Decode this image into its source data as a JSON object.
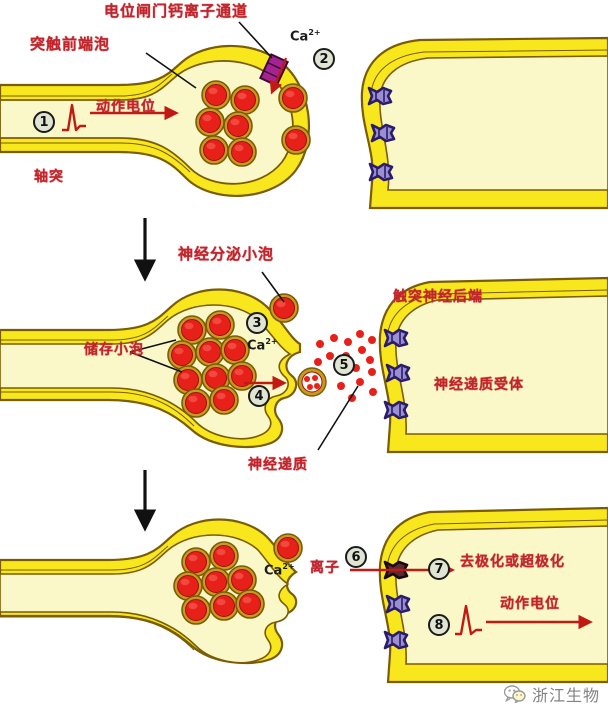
{
  "figure": {
    "title_alt": "Synaptic transmission diagram",
    "background_color": "#ffffff",
    "colors": {
      "membrane_fill": "#f8e71c",
      "cytoplasm_fill": "#faf3b4",
      "membrane_outline": "#7a5c05",
      "vesicle_fill": "#e8201a",
      "vesicle_rim": "#c89a22",
      "receptor_fill": "#9a8fd0",
      "receptor_outline": "#2b1b6b",
      "channel_fill": "#a3248f",
      "label_red": "#c0252c",
      "arrow_red": "#c21a13",
      "step_circle_fill": "#dfe5d2",
      "ion_black": "#1c1c1c"
    }
  },
  "panels": [
    {
      "id": "panel-top",
      "labels": [
        {
          "id": "calcium-channel",
          "text": "电位闸门钙离子通道"
        },
        {
          "id": "presynaptic-bouton",
          "text": "突触前端泡"
        },
        {
          "id": "action-potential",
          "text": "动作电位"
        },
        {
          "id": "axon",
          "text": "轴突"
        }
      ],
      "ions": [
        {
          "id": "calcium-ion",
          "text": "Ca",
          "charge": "2+"
        }
      ],
      "steps": [
        {
          "id": "step-1",
          "number": "1"
        },
        {
          "id": "step-2",
          "number": "2"
        }
      ]
    },
    {
      "id": "panel-middle",
      "labels": [
        {
          "id": "secretory-vesicle",
          "text": "神经分泌小泡"
        },
        {
          "id": "storage-vesicle",
          "text": "储存小泡"
        },
        {
          "id": "postsynaptic-terminal",
          "text": "触突神经后端"
        },
        {
          "id": "neurotransmitter-receptor",
          "text": "神经递质受体"
        },
        {
          "id": "neurotransmitter",
          "text": "神经递质"
        }
      ],
      "ions": [
        {
          "id": "calcium-ion",
          "text": "Ca",
          "charge": "2+"
        }
      ],
      "steps": [
        {
          "id": "step-3",
          "number": "3"
        },
        {
          "id": "step-4",
          "number": "4"
        },
        {
          "id": "step-5",
          "number": "5"
        }
      ]
    },
    {
      "id": "panel-bottom",
      "labels": [
        {
          "id": "ion",
          "text": "离子"
        },
        {
          "id": "depolarization",
          "text": "去极化或超极化"
        },
        {
          "id": "action-potential",
          "text": "动作电位"
        }
      ],
      "ions": [
        {
          "id": "calcium-ion",
          "text": "Ca",
          "charge": "2+"
        }
      ],
      "steps": [
        {
          "id": "step-6",
          "number": "6"
        },
        {
          "id": "step-7",
          "number": "7"
        },
        {
          "id": "step-8",
          "number": "8"
        }
      ]
    }
  ],
  "watermark": {
    "icon": "wechat-icon",
    "text": "浙江生物"
  }
}
